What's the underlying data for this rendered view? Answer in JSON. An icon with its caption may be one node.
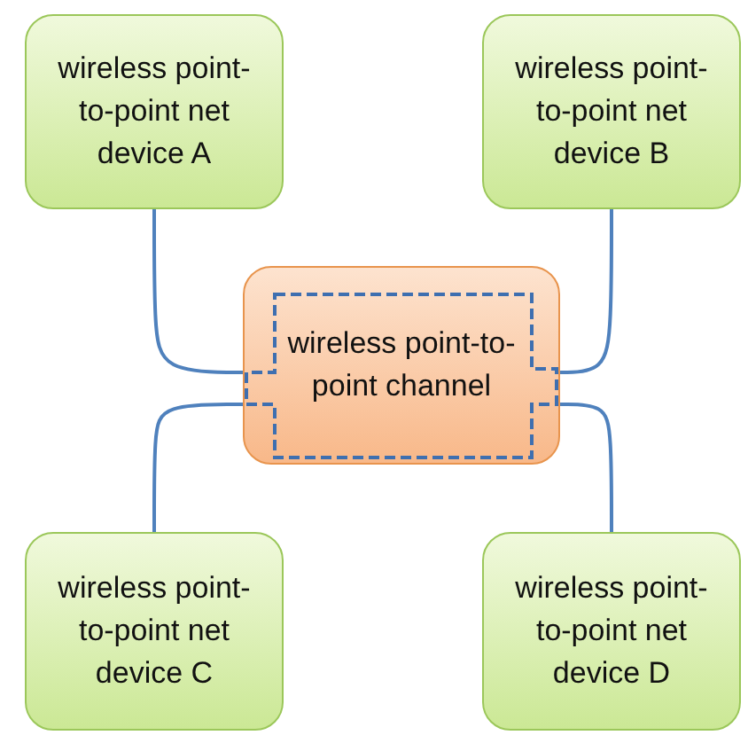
{
  "diagram": {
    "nodes": [
      {
        "text": [
          "wireless point-to-point net device A"
        ]
      },
      {
        "text": [
          "wireless point-to-point net device B"
        ]
      },
      {
        "text": [
          "wireless point-to-point channel"
        ]
      },
      {
        "text": [
          "wireless point-to-point net device C"
        ]
      },
      {
        "text": [
          "wireless point-to-point net device D"
        ]
      }
    ],
    "edges": [
      {
        "from": 0,
        "to": 2,
        "arrow": "none"
      },
      {
        "from": 1,
        "to": 2,
        "arrow": "none"
      },
      {
        "from": 3,
        "to": 2,
        "arrow": "none"
      },
      {
        "from": 4,
        "to": 2,
        "arrow": "none"
      }
    ]
  }
}
